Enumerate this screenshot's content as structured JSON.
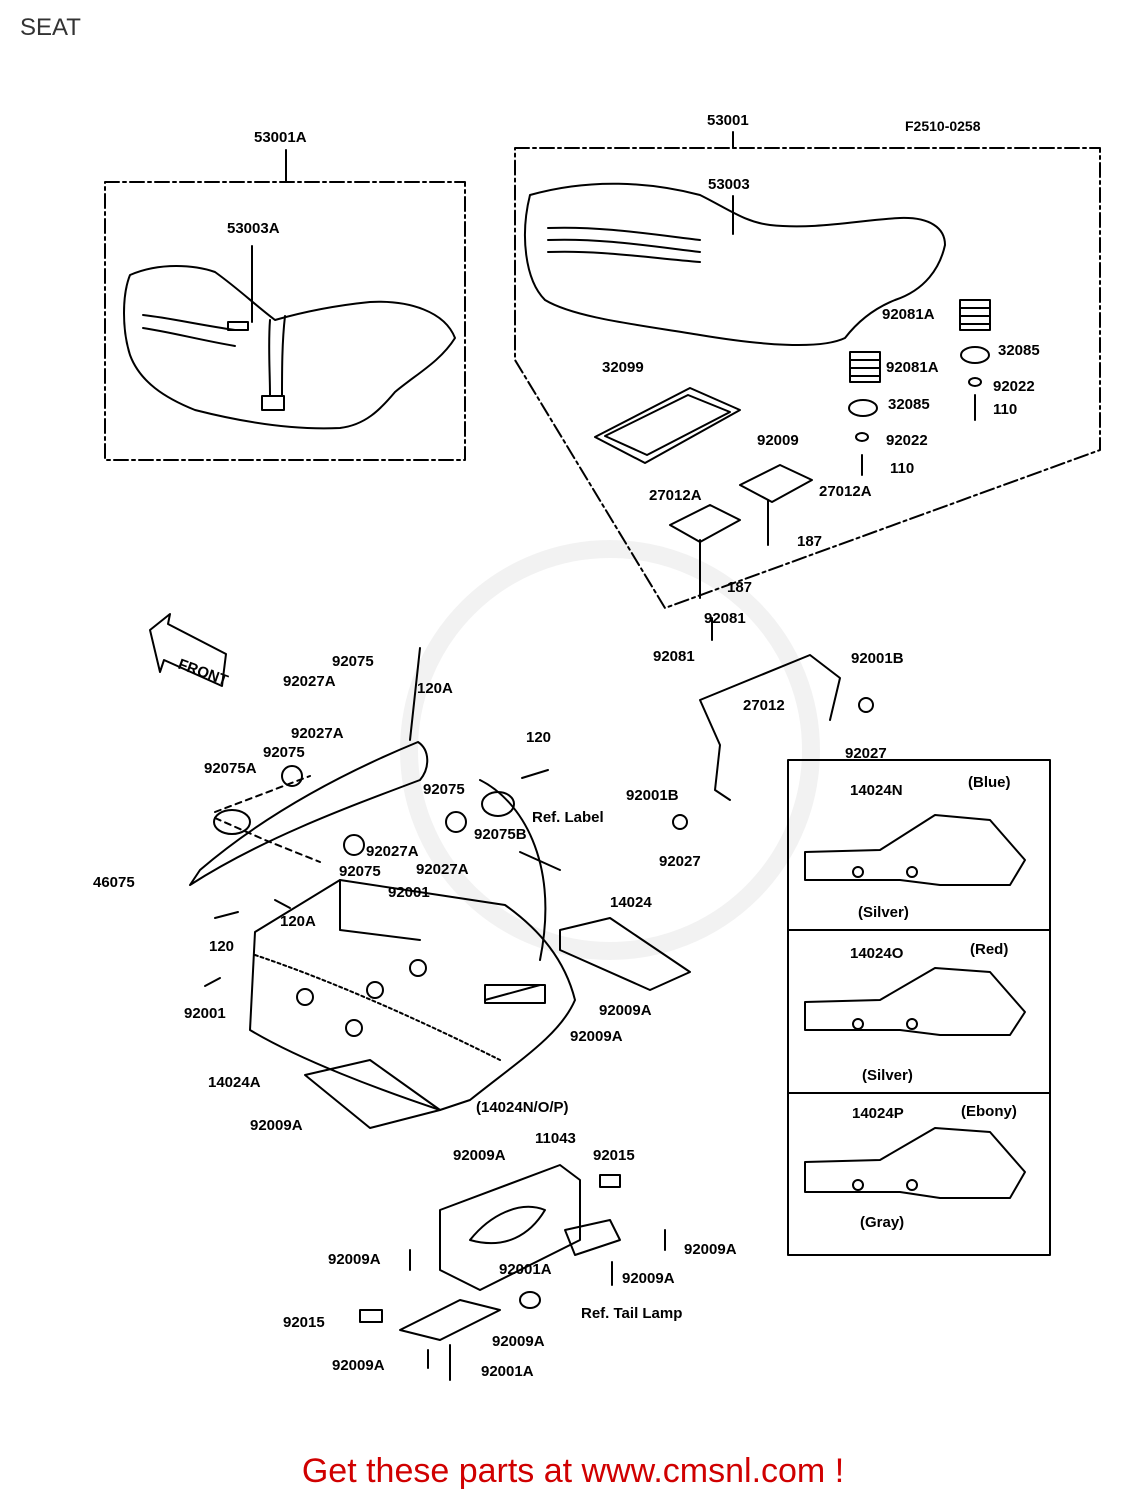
{
  "page": {
    "title": "SEAT",
    "footer": "Get these parts at www.cmsnl.com !"
  },
  "diagram": {
    "ref_code": "F2510-0258",
    "front_marker": "FRONT",
    "labels": {
      "l53001A": "53001A",
      "l53003A": "53003A",
      "l53001": "53001",
      "l53003": "53003",
      "l92081A_1": "92081A",
      "l92081A_2": "92081A",
      "l32085_1": "32085",
      "l32085_2": "32085",
      "l92022_1": "92022",
      "l92022_2": "92022",
      "l110_1": "110",
      "l110_2": "110",
      "l32099": "32099",
      "l92009": "92009",
      "l27012A_1": "27012A",
      "l27012A_2": "27012A",
      "l187_1": "187",
      "l187_2": "187",
      "l92081_1": "92081",
      "l92081_2": "92081",
      "l92001B_1": "92001B",
      "l92001B_2": "92001B",
      "l27012": "27012",
      "l92027_1": "92027",
      "l92027_2": "92027",
      "l92075_1": "92075",
      "l92075_2": "92075",
      "l92075_3": "92075",
      "l92075_4": "92075",
      "l92027A_1": "92027A",
      "l92027A_2": "92027A",
      "l92027A_3": "92027A",
      "l92027A_4": "92027A",
      "l120A_1": "120A",
      "l120A_2": "120A",
      "l120_1": "120",
      "l120_2": "120",
      "l92075A": "92075A",
      "l92075B": "92075B",
      "l46075": "46075",
      "l92001_1": "92001",
      "l92001_2": "92001",
      "lRefLabel": "Ref. Label",
      "l14024": "14024",
      "l92009A_1": "92009A",
      "l92009A_2": "92009A",
      "l92009A_3": "92009A",
      "l92009A_4": "92009A",
      "l92009A_5": "92009A",
      "l92009A_6": "92009A",
      "l92009A_7": "92009A",
      "l92009A_8": "92009A",
      "l92009A_9": "92009A",
      "l14024A": "14024A",
      "l14024NOP": "(14024N/O/P)",
      "l11043": "11043",
      "l92015_1": "92015",
      "l92015_2": "92015",
      "l92001A_1": "92001A",
      "l92001A_2": "92001A",
      "lRefTailLamp": "Ref. Tail Lamp",
      "l14024N": "14024N",
      "lBlue": "(Blue)",
      "lSilver_1": "(Silver)",
      "l14024O": "14024O",
      "lRed": "(Red)",
      "lSilver_2": "(Silver)",
      "l14024P": "14024P",
      "lEbony": "(Ebony)",
      "lGray": "(Gray)"
    }
  }
}
